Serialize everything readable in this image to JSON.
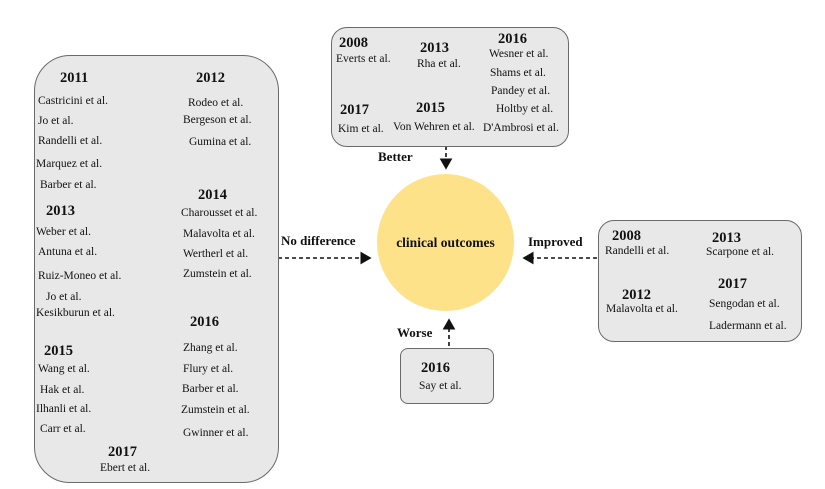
{
  "center": {
    "label": "clinical outcomes"
  },
  "links": {
    "better": "Better",
    "no_difference": "No difference",
    "improved": "Improved",
    "worse": "Worse"
  },
  "no_difference": {
    "y2011": "2011",
    "c2011": [
      "Castricini et al.",
      "Jo et al.",
      "Randelli et al.",
      "Marquez et al.",
      "Barber et al."
    ],
    "y2013": "2013",
    "c2013": [
      "Weber et al.",
      "Antuna et al.",
      "Ruiz-Moneo et al.",
      "Jo et al.",
      "Kesikburun et al."
    ],
    "y2015": "2015",
    "c2015": [
      "Wang et al.",
      "Hak et al.",
      "Ilhanli et al.",
      "Carr et al."
    ],
    "y2017": "2017",
    "c2017": [
      "Ebert et al."
    ],
    "y2012": "2012",
    "c2012": [
      "Rodeo et al.",
      "Bergeson et al.",
      "Gumina et al."
    ],
    "y2014": "2014",
    "c2014": [
      "Charousset et al.",
      "Malavolta et al.",
      "Wertherl et al.",
      "Zumstein et al."
    ],
    "y2016": "2016",
    "c2016": [
      "Zhang et al.",
      "Flury et al.",
      "Barber et al.",
      "Zumstein et al.",
      "Gwinner et al."
    ]
  },
  "better": {
    "y2008": "2008",
    "c2008": [
      "Everts et al."
    ],
    "y2013": "2013",
    "c2013": [
      "Rha et al."
    ],
    "y2016": "2016",
    "c2016": [
      "Wesner et al.",
      "Shams et al.",
      "Pandey et al.",
      "Holtby et al.",
      "D'Ambrosi et al."
    ],
    "y2017": "2017",
    "c2017": [
      "Kim et al."
    ],
    "y2015": "2015",
    "c2015": [
      "Von Wehren et al."
    ]
  },
  "improved": {
    "y2008": "2008",
    "c2008": [
      "Randelli et al."
    ],
    "y2013": "2013",
    "c2013": [
      "Scarpone et al."
    ],
    "y2012": "2012",
    "c2012": [
      "Malavolta et al."
    ],
    "y2017": "2017",
    "c2017": [
      "Sengodan et al.",
      "Ladermann et al."
    ]
  },
  "worse": {
    "y2016": "2016",
    "c2016": [
      "Say et al."
    ]
  },
  "colors": {
    "circle": "#fde28a",
    "box": "#e8e8e8"
  }
}
